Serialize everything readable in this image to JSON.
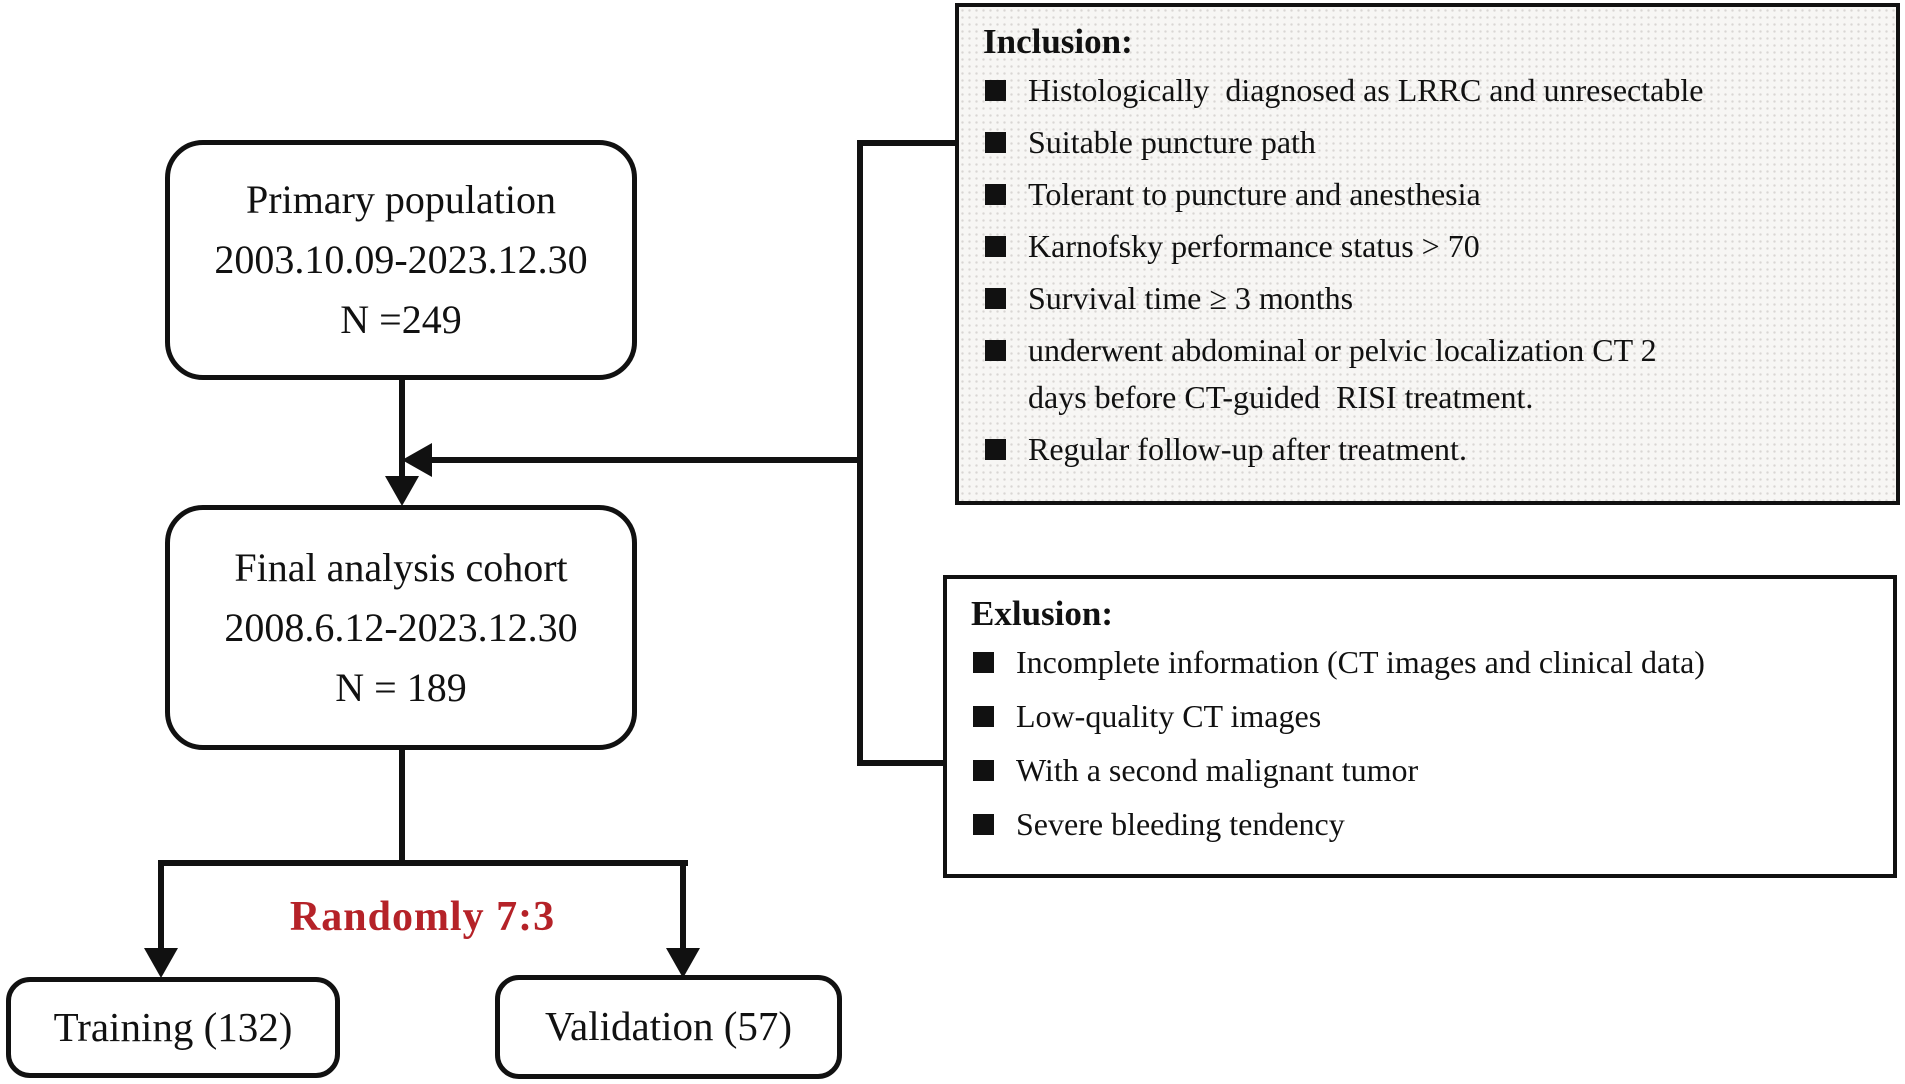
{
  "flow": {
    "primary_box": {
      "lines": [
        "Primary population",
        "2003.10.09-2023.12.30",
        "N =249"
      ]
    },
    "final_box": {
      "lines": [
        "Final analysis cohort",
        "2008.6.12-2023.12.30",
        "N = 189"
      ]
    },
    "split_label": "Randomly 7:3",
    "training_box_label": "Training (132)",
    "validation_box_label": "Validation (57)"
  },
  "inclusion": {
    "title": "Inclusion:",
    "items": [
      "Histologically  diagnosed as LRRC and unresectable",
      "Suitable puncture path",
      "Tolerant to puncture and anesthesia",
      "Karnofsky performance status > 70",
      "Survival time ≥ 3 months",
      "underwent abdominal or pelvic localization CT 2\ndays before CT-guided  RISI treatment.",
      "Regular follow-up after treatment."
    ]
  },
  "exclusion": {
    "title": "Exlusion:",
    "items": [
      "Incomplete information (CT images and clinical data)",
      "Low-quality CT images",
      "With a second malignant tumor",
      "Severe bleeding tendency"
    ]
  },
  "colors": {
    "accent_red": "#b52228",
    "line_black": "#111111",
    "inclusion_panel_bg": "#f7f6f4"
  }
}
